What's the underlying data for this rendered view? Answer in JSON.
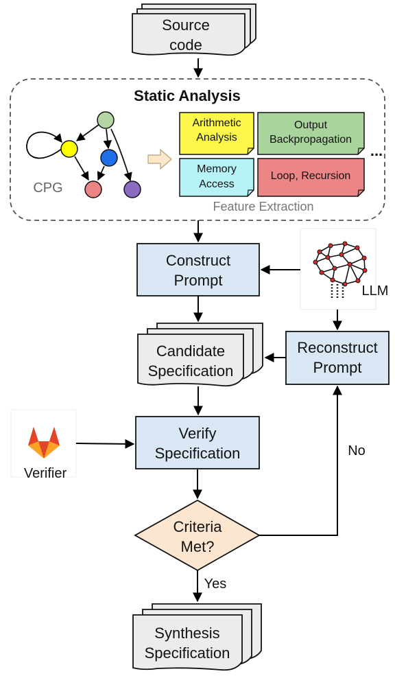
{
  "nodes": {
    "source_code": {
      "line1": "Source",
      "line2": "code"
    },
    "static_analysis": {
      "title": "Static Analysis"
    },
    "cpg": {
      "label": "CPG"
    },
    "features": {
      "arithmetic": {
        "line1": "Arithmetic",
        "line2": "Analysis"
      },
      "output": {
        "line1": "Output",
        "line2": "Backpropagation"
      },
      "memory": {
        "line1": "Memory",
        "line2": "Access"
      },
      "loop": {
        "line1": "Loop, Recursion"
      },
      "ellipsis": "..."
    },
    "feature_extraction": {
      "label": "Feature Extraction"
    },
    "construct_prompt": {
      "line1": "Construct",
      "line2": "Prompt"
    },
    "llm": {
      "label": "LLM"
    },
    "candidate_spec": {
      "line1": "Candidate",
      "line2": "Specification"
    },
    "reconstruct_prompt": {
      "line1": "Reconstruct",
      "line2": "Prompt"
    },
    "verifier": {
      "label": "Verifier"
    },
    "verify_spec": {
      "line1": "Verify",
      "line2": "Specification"
    },
    "criteria": {
      "line1": "Criteria",
      "line2": "Met?"
    },
    "synthesis_spec": {
      "line1": "Synthesis",
      "line2": "Specification"
    }
  },
  "edges": {
    "no_label": "No",
    "yes_label": "Yes"
  },
  "colors": {
    "process_fill": "#dae8f5",
    "document_fill": "#ececec",
    "decision_fill": "#fde6d0",
    "arithmetic_fill": "#faf74a",
    "output_fill": "#a9d49c",
    "memory_fill": "#b7f3f6",
    "loop_fill": "#ec8585",
    "gitlab_orange": "#e24329"
  }
}
